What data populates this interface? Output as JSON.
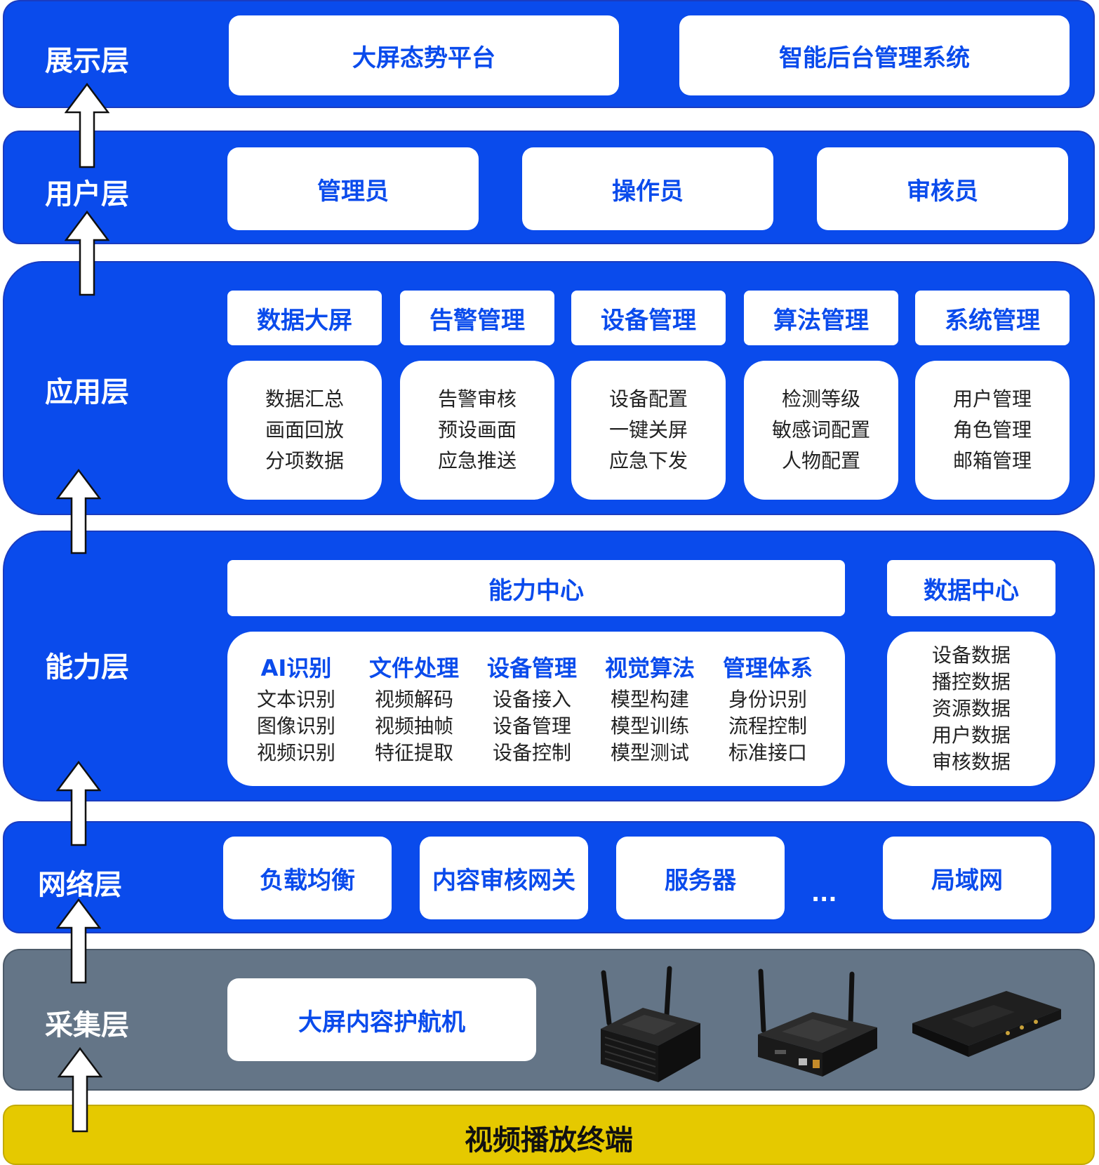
{
  "display_layer": {
    "label": "展示层",
    "items": [
      "大屏态势平台",
      "智能后台管理系统"
    ]
  },
  "user_layer": {
    "label": "用户层",
    "items": [
      "管理员",
      "操作员",
      "审核员"
    ]
  },
  "app_layer": {
    "label": "应用层",
    "modules": [
      {
        "title": "数据大屏",
        "items": [
          "数据汇总",
          "画面回放",
          "分项数据"
        ]
      },
      {
        "title": "告警管理",
        "items": [
          "告警审核",
          "预设画面",
          "应急推送"
        ]
      },
      {
        "title": "设备管理",
        "items": [
          "设备配置",
          "一键关屏",
          "应急下发"
        ]
      },
      {
        "title": "算法管理",
        "items": [
          "检测等级",
          "敏感词配置",
          "人物配置"
        ]
      },
      {
        "title": "系统管理",
        "items": [
          "用户管理",
          "角色管理",
          "邮箱管理"
        ]
      }
    ]
  },
  "ability_layer": {
    "label": "能力层",
    "center_title": "能力中心",
    "groups": [
      {
        "title": "AI识别",
        "items": [
          "文本识别",
          "图像识别",
          "视频识别"
        ]
      },
      {
        "title": "文件处理",
        "items": [
          "视频解码",
          "视频抽帧",
          "特征提取"
        ]
      },
      {
        "title": "设备管理",
        "items": [
          "设备接入",
          "设备管理",
          "设备控制"
        ]
      },
      {
        "title": "视觉算法",
        "items": [
          "模型构建",
          "模型训练",
          "模型测试"
        ]
      },
      {
        "title": "管理体系",
        "items": [
          "身份识别",
          "流程控制",
          "标准接口"
        ]
      }
    ],
    "data_center_title": "数据中心",
    "data_items": [
      "设备数据",
      "播控数据",
      "资源数据",
      "用户数据",
      "审核数据"
    ]
  },
  "network_layer": {
    "label": "网络层",
    "items": [
      "负载均衡",
      "内容审核网关",
      "服务器",
      "局域网"
    ],
    "ellipsis": "..."
  },
  "collect_layer": {
    "label": "采集层",
    "device_name": "大屏内容护航机"
  },
  "terminal": {
    "label": "视频播放终端"
  },
  "colors": {
    "layer_blue": "#0a4bec",
    "collect_gray": "#647587",
    "terminal_yellow": "#e5c900"
  }
}
